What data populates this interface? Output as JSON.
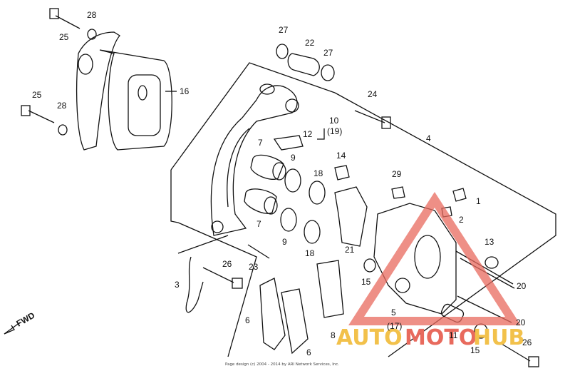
{
  "labels": {
    "l1": "1",
    "l2": "2",
    "l3": "3",
    "l4": "4",
    "l5": "5",
    "l5b": "(17)",
    "l6a": "6",
    "l6b": "6",
    "l7a": "7",
    "l7b": "7",
    "l8": "8",
    "l9a": "9",
    "l9b": "9",
    "l10": "10",
    "l10b": "(19)",
    "l11": "11",
    "l12": "12",
    "l13": "13",
    "l14": "14",
    "l15a": "15",
    "l15b": "15",
    "l16": "16",
    "l18a": "18",
    "l18b": "18",
    "l20a": "20",
    "l20b": "20",
    "l21": "21",
    "l22": "22",
    "l23": "23",
    "l24": "24",
    "l25a": "25",
    "l25b": "25",
    "l26a": "26",
    "l26b": "26",
    "l27a": "27",
    "l27b": "27",
    "l28a": "28",
    "l28b": "28",
    "l29": "29"
  },
  "fwd_label": "FWD",
  "watermark": {
    "text_auto": "AUTO",
    "text_moto": "MOTO",
    "text_hub": "HUB",
    "color_yellow": "#f2c14b",
    "color_red": "#e86a5d"
  },
  "copyright": "Page design (c) 2004 - 2014 by ARI Network Services, Inc."
}
